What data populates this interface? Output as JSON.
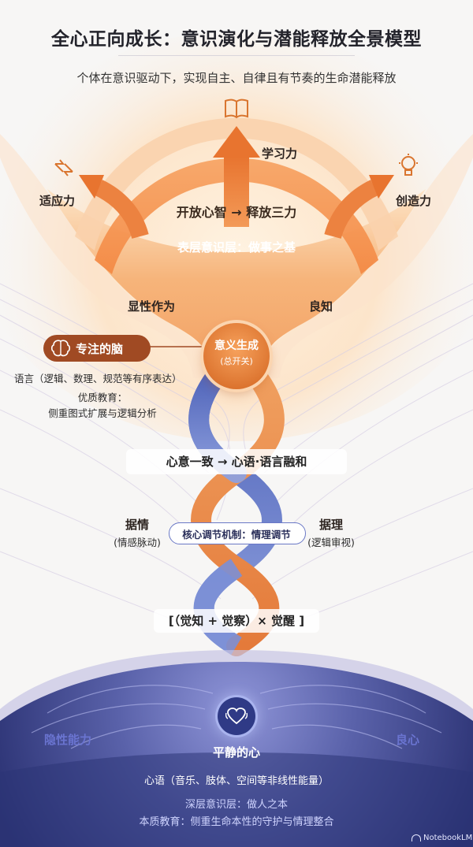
{
  "title": "全心正向成长：意识演化与潜能释放全景模型",
  "subtitle": "个体在意识驱动下，实现自主、自律且有节奏的生命潜能释放",
  "top": {
    "learning": "学习力",
    "adaptability": "适应力",
    "creativity": "创造力",
    "arc_banner": "开放心智 → 释放三力",
    "surface_layer": "表层意识层：做事之基",
    "explicit_action": "显性作为",
    "conscience": "良知"
  },
  "core": {
    "label": "意义生成",
    "sub": "(总开关)"
  },
  "brain": {
    "label": "专注的脑",
    "language": "语言（逻辑、数理、规范等有序表达）",
    "education_title": "优质教育：",
    "education_desc": "侧重图式扩展与逻辑分析"
  },
  "middle": {
    "unity": "心意一致 → 心语·语言融和",
    "emotion_title": "据情",
    "emotion_sub": "(情感脉动)",
    "reason_title": "据理",
    "reason_sub": "(逻辑审视)",
    "mechanism": "核心调节机制：情理调节",
    "awareness": "[（觉知 + 觉察）× 觉醒 ]"
  },
  "bottom": {
    "latent": "隐性能力",
    "good_heart": "良心",
    "calm_heart": "平静的心",
    "heart_language": "心语（音乐、肢体、空间等非线性能量）",
    "deep_layer": "深层意识层：做人之本",
    "essential_edu": "本质教育：侧重生命本性的守护与情理整合"
  },
  "watermark": "NotebookLM",
  "icons": [
    "book-icon",
    "swap-arrows-icon",
    "lightbulb-icon",
    "brain-icon",
    "heart-icon",
    "notebooklm-logo-icon"
  ],
  "colors": {
    "orange": "#f0893a",
    "deep_orange": "#c85a1c",
    "navy": "#2b3577",
    "blue_strand": "#5f77c4",
    "brown_pill": "#a04a23"
  }
}
